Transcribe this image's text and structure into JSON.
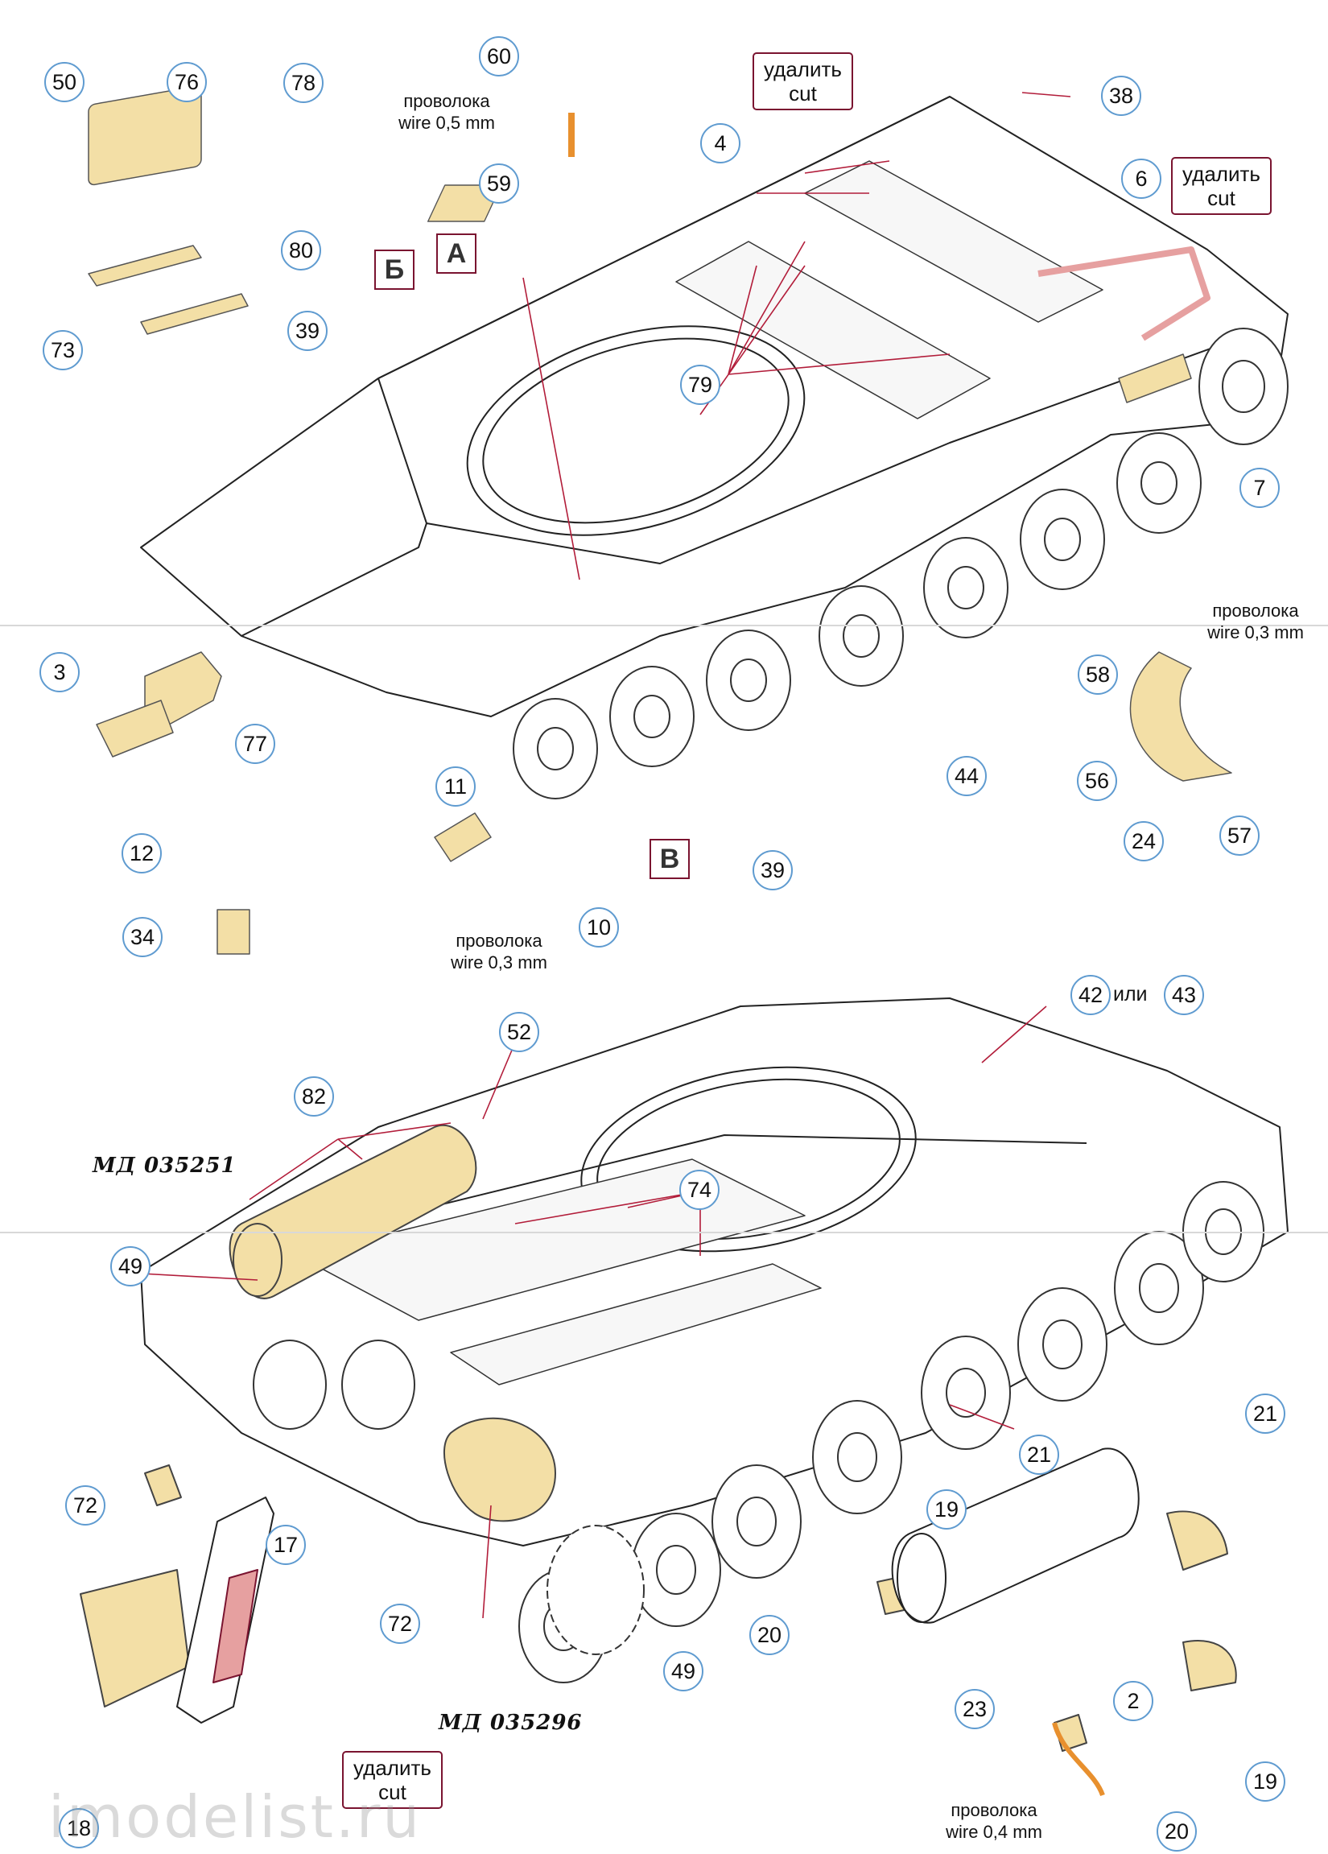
{
  "labels": {
    "remove_ru": "удалить",
    "remove_en": "cut",
    "wire_ru": "проволока",
    "wire_05": "wire 0,5 mm",
    "wire_03": "wire 0,3 mm",
    "wire_04": "wire 0,4 mm",
    "or_ru": "или",
    "letter_a": "А",
    "letter_b": "Б",
    "letter_v": "В",
    "code_1": "МД 035251",
    "code_2": "МД 035296",
    "watermark": "imodelist.ru"
  },
  "callouts": {
    "c50": "50",
    "c76": "76",
    "c78": "78",
    "c60": "60",
    "c38": "38",
    "c4": "4",
    "c59": "59",
    "c6": "6",
    "c80": "80",
    "c73": "73",
    "c39a": "39",
    "c79": "79",
    "c7": "7",
    "c3": "3",
    "c77": "77",
    "c58": "58",
    "c11": "11",
    "c44": "44",
    "c56": "56",
    "c12": "12",
    "c24": "24",
    "c57": "57",
    "c39b": "39",
    "c34": "34",
    "c10": "10",
    "c42": "42",
    "c43": "43",
    "c52": "52",
    "c82": "82",
    "c74": "74",
    "c49a": "49",
    "c21a": "21",
    "c19a": "19",
    "c72a": "72",
    "c17": "17",
    "c72b": "72",
    "c20a": "20",
    "c49b": "49",
    "c21b": "21",
    "c2": "2",
    "c23": "23",
    "c19b": "19",
    "c18": "18",
    "c20b": "20"
  },
  "colors": {
    "callout_border": "#5f9bd0",
    "box_border": "#7a1430",
    "part_yellow": "#f3dfa6",
    "cut_pink": "#e6a0a0",
    "wire_orange": "#e8902e"
  }
}
